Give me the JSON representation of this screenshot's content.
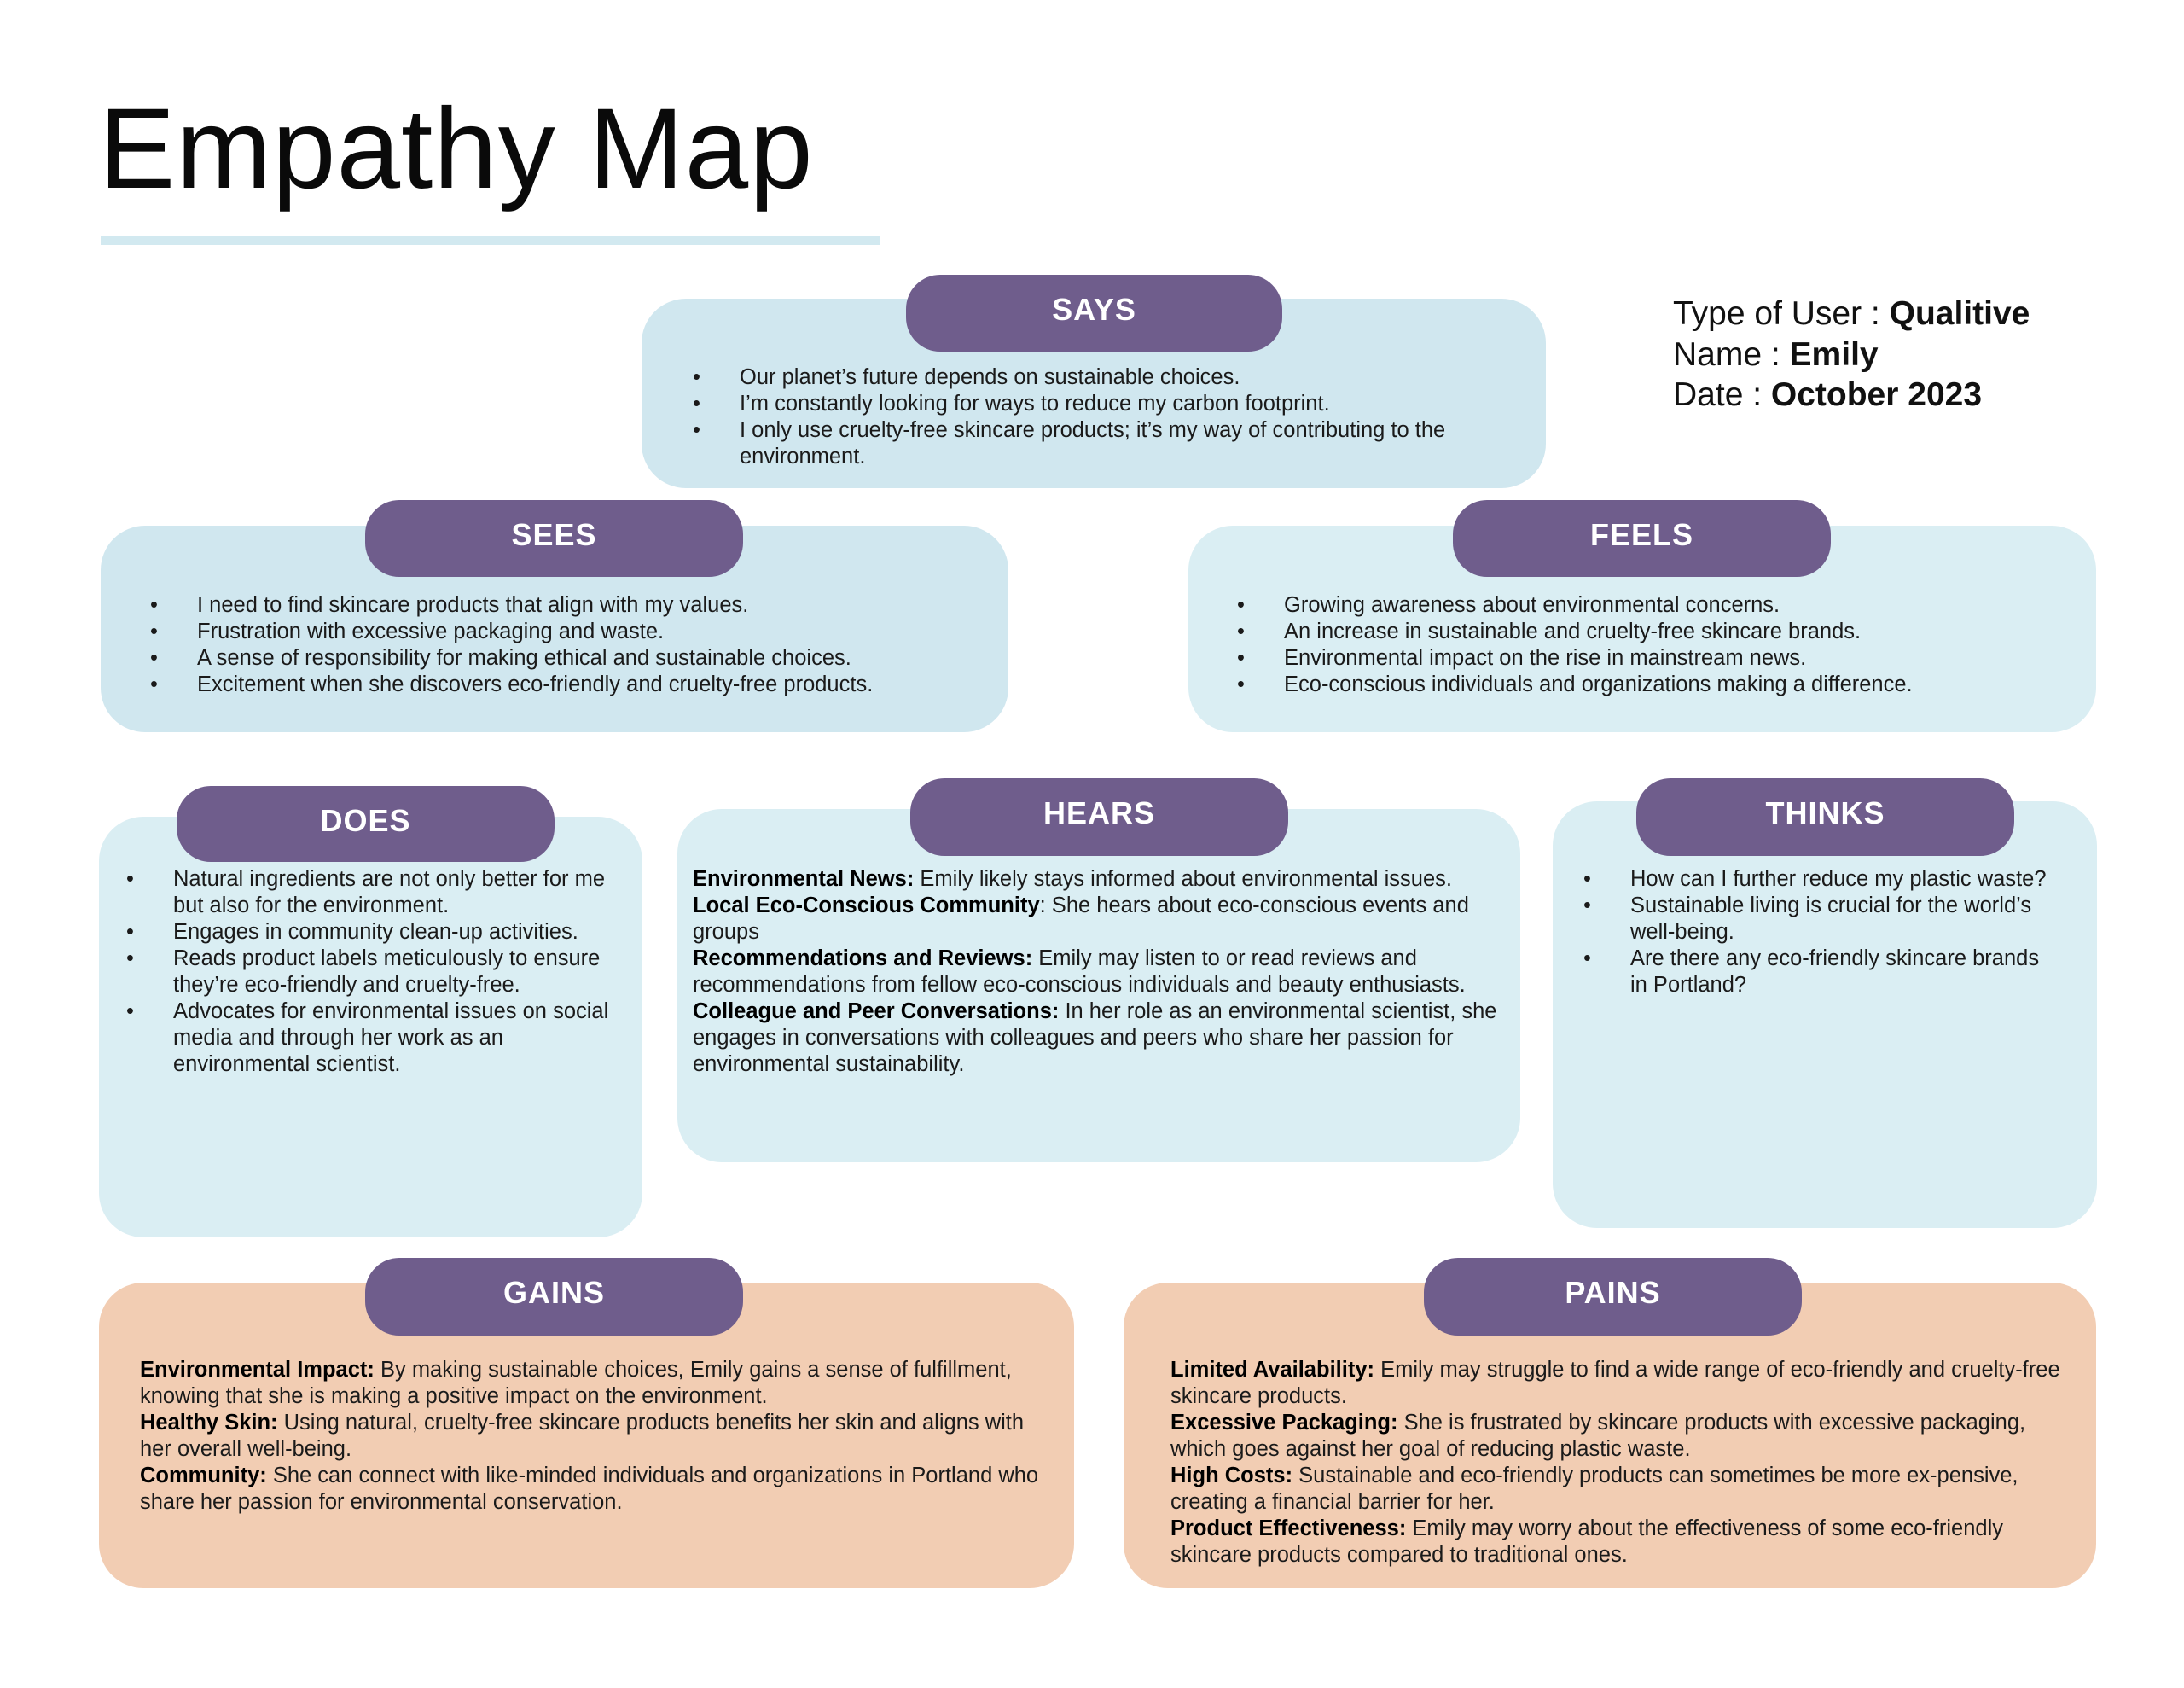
{
  "title": "Empathy Map",
  "user_info": {
    "type_label": "Type of User : ",
    "type_value": "Qualitive",
    "name_label": "Name : ",
    "name_value": "Emily",
    "date_label": "Date : ",
    "date_value": "October 2023"
  },
  "colors": {
    "header_pill": "#6f5d8c",
    "quadrant_blue": "#d0e7ef",
    "quadrant_blue_light": "#daeef3",
    "gains_pains_peach": "#f2cdb3",
    "title_rule": "#d2e9f0"
  },
  "says": {
    "label": "SAYS",
    "items": [
      "Our planet’s future depends on sustainable choices.",
      "I’m constantly looking for ways to reduce my carbon footprint.",
      "I only use cruelty-free skincare products; it’s my way of contributing to the environment."
    ]
  },
  "sees": {
    "label": "SEES",
    "items": [
      "I need to find skincare products that align with my values.",
      "Frustration with excessive packaging and waste.",
      "A sense of responsibility for making ethical and sustainable choices.",
      "Excitement when she discovers eco-friendly and cruelty-free products."
    ]
  },
  "feels": {
    "label": "FEELS",
    "items": [
      "Growing awareness about environmental concerns.",
      "An increase in sustainable and cruelty-free skincare brands.",
      "Environmental impact on the rise in mainstream news.",
      "Eco-conscious individuals and organizations making a difference."
    ]
  },
  "does": {
    "label": "DOES",
    "items": [
      "Natural ingredients are not only better for me but also for the environment.",
      "Engages in community clean-up activities.",
      "Reads product labels meticulously to ensure they’re eco-friendly and cruelty-free.",
      "Advocates for environmental issues on social media and through her work as an environmental scientist."
    ]
  },
  "hears": {
    "label": "HEARS",
    "items": [
      {
        "heading": "Environmental News:",
        "text": " Emily likely stays informed about environmental issues."
      },
      {
        "heading": "Local Eco-Conscious Community",
        "text": ": She hears about eco-conscious events and groups"
      },
      {
        "heading": "Recommendations and Reviews:",
        "text": " Emily may listen to or read reviews and recommendations from fellow eco-conscious individuals and beauty enthusiasts."
      },
      {
        "heading": "Colleague and Peer Conversations:",
        "text": " In her role as an environmental scientist, she engages in conversations with colleagues and peers who share her passion for environmental sustainability."
      }
    ]
  },
  "thinks": {
    "label": "THINKS",
    "items": [
      "How can I further reduce my plastic waste?",
      "Sustainable living is crucial for the world’s well-being.",
      "Are there any eco-friendly skincare brands in Portland?"
    ]
  },
  "gains": {
    "label": "GAINS",
    "items": [
      {
        "heading": "Environmental Impact:",
        "text": " By making sustainable choices, Emily gains a sense of fulfillment, knowing that she is making a positive impact on the environment."
      },
      {
        "heading": "Healthy Skin:",
        "text": " Using natural, cruelty-free skincare products benefits her skin and aligns with her overall well-being."
      },
      {
        "heading": "Community:",
        "text": " She can connect with like-minded individuals and organizations in Portland who share her passion for environmental conservation."
      }
    ]
  },
  "pains": {
    "label": "PAINS",
    "items": [
      {
        "heading": "Limited Availability:",
        "text": " Emily may struggle to find a wide range of eco-friendly and cruelty-free skincare products."
      },
      {
        "heading": "Excessive Packaging:",
        "text": " She is frustrated by skincare products with excessive packaging, which goes against her goal of reducing plastic waste."
      },
      {
        "heading": "High Costs:",
        "text": " Sustainable and eco-friendly products can sometimes be more ex-pensive, creating a financial barrier for her."
      },
      {
        "heading": "Product Effectiveness:",
        "text": " Emily may worry about the effectiveness of some eco-friendly skincare products compared to traditional ones."
      }
    ]
  }
}
